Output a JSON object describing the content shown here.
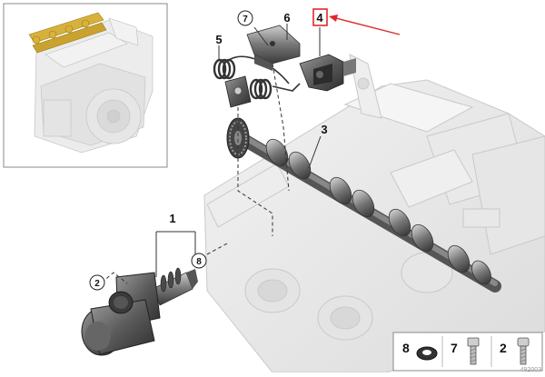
{
  "diagram": {
    "callouts": {
      "p1": "1",
      "p2": "2",
      "p3": "3",
      "p4": "4",
      "p5": "5",
      "p6": "6",
      "p7": "7",
      "p8": "8"
    },
    "legend": [
      {
        "number": "8",
        "part": "seal-ring"
      },
      {
        "number": "7",
        "part": "bolt"
      },
      {
        "number": "2",
        "part": "socket-head-bolt"
      }
    ],
    "footer_code": "492003",
    "colors": {
      "highlight_box": "#e0282a",
      "arrow": "#e0282a",
      "engine_gold": "#d8b13b",
      "line": "#333333"
    }
  }
}
